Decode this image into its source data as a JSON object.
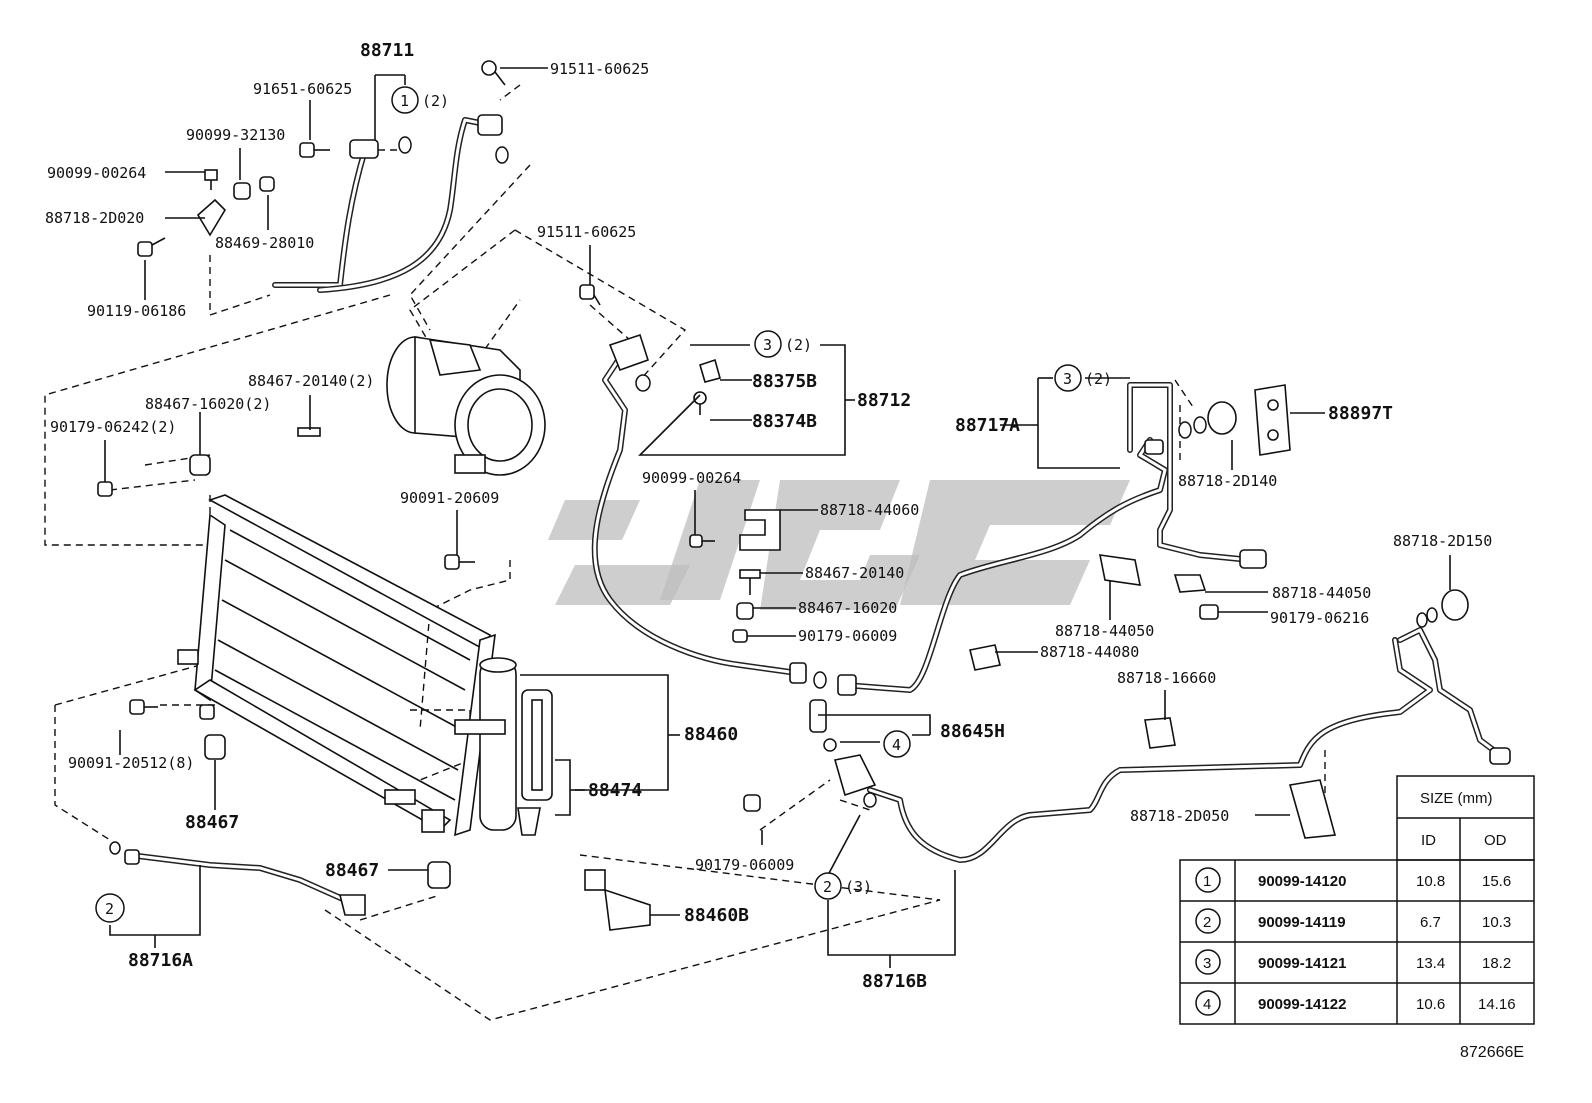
{
  "labels": {
    "p88711": "88711",
    "p91651_60625": "91651-60625",
    "p91511_60625_a": "91511-60625",
    "c1_qty": "(2)",
    "p90099_32130": "90099-32130",
    "p90099_00264_a": "90099-00264",
    "p88718_2D020": "88718-2D020",
    "p88469_28010": "88469-28010",
    "p90119_06186": "90119-06186",
    "p91511_60625_b": "91511-60625",
    "c3a_qty": "(2)",
    "p88375B": "88375B",
    "p88374B": "88374B",
    "p88712": "88712",
    "p88467_20140_2": "88467-20140(2)",
    "p88467_16020_2": "88467-16020(2)",
    "p90179_06242_2": "90179-06242(2)",
    "p90091_20609": "90091-20609",
    "p90099_00264_b": "90099-00264",
    "p88718_44060": "88718-44060",
    "p88467_20140": "88467-20140",
    "p88467_16020": "88467-16020",
    "p90179_06009_a": "90179-06009",
    "c3b_qty": "(2)",
    "p88717A": "88717A",
    "p88897T": "88897T",
    "p88718_2D140": "88718-2D140",
    "p88718_44050_a": "88718-44050",
    "p88718_44050_b": "88718-44050",
    "p90179_06216": "90179-06216",
    "p88718_2D150": "88718-2D150",
    "p88718_44080": "88718-44080",
    "p88718_16660": "88718-16660",
    "p88645H": "88645H",
    "p88460": "88460",
    "p88474": "88474",
    "p90091_20512_8": "90091-20512(8)",
    "p88467_a": "88467",
    "p88467_b": "88467",
    "p88460B": "88460B",
    "p88716A": "88716A",
    "p88716B": "88716B",
    "p90179_06009_b": "90179-06009",
    "c2b_qty": "(3)",
    "p88718_2D050": "88718-2D050",
    "diagram_code": "872666E"
  },
  "callouts": {
    "c1": "1",
    "c2": "2",
    "c3": "3",
    "c4": "4"
  },
  "size_table": {
    "header": "SIZE (mm)",
    "col_id": "ID",
    "col_od": "OD",
    "rows": [
      {
        "no": "1",
        "part": "90099-14120",
        "id": "10.8",
        "od": "15.6"
      },
      {
        "no": "2",
        "part": "90099-14119",
        "id": "6.7",
        "od": "10.3"
      },
      {
        "no": "3",
        "part": "90099-14121",
        "id": "13.4",
        "od": "18.2"
      },
      {
        "no": "4",
        "part": "90099-14122",
        "id": "10.6",
        "od": "14.16"
      }
    ]
  }
}
